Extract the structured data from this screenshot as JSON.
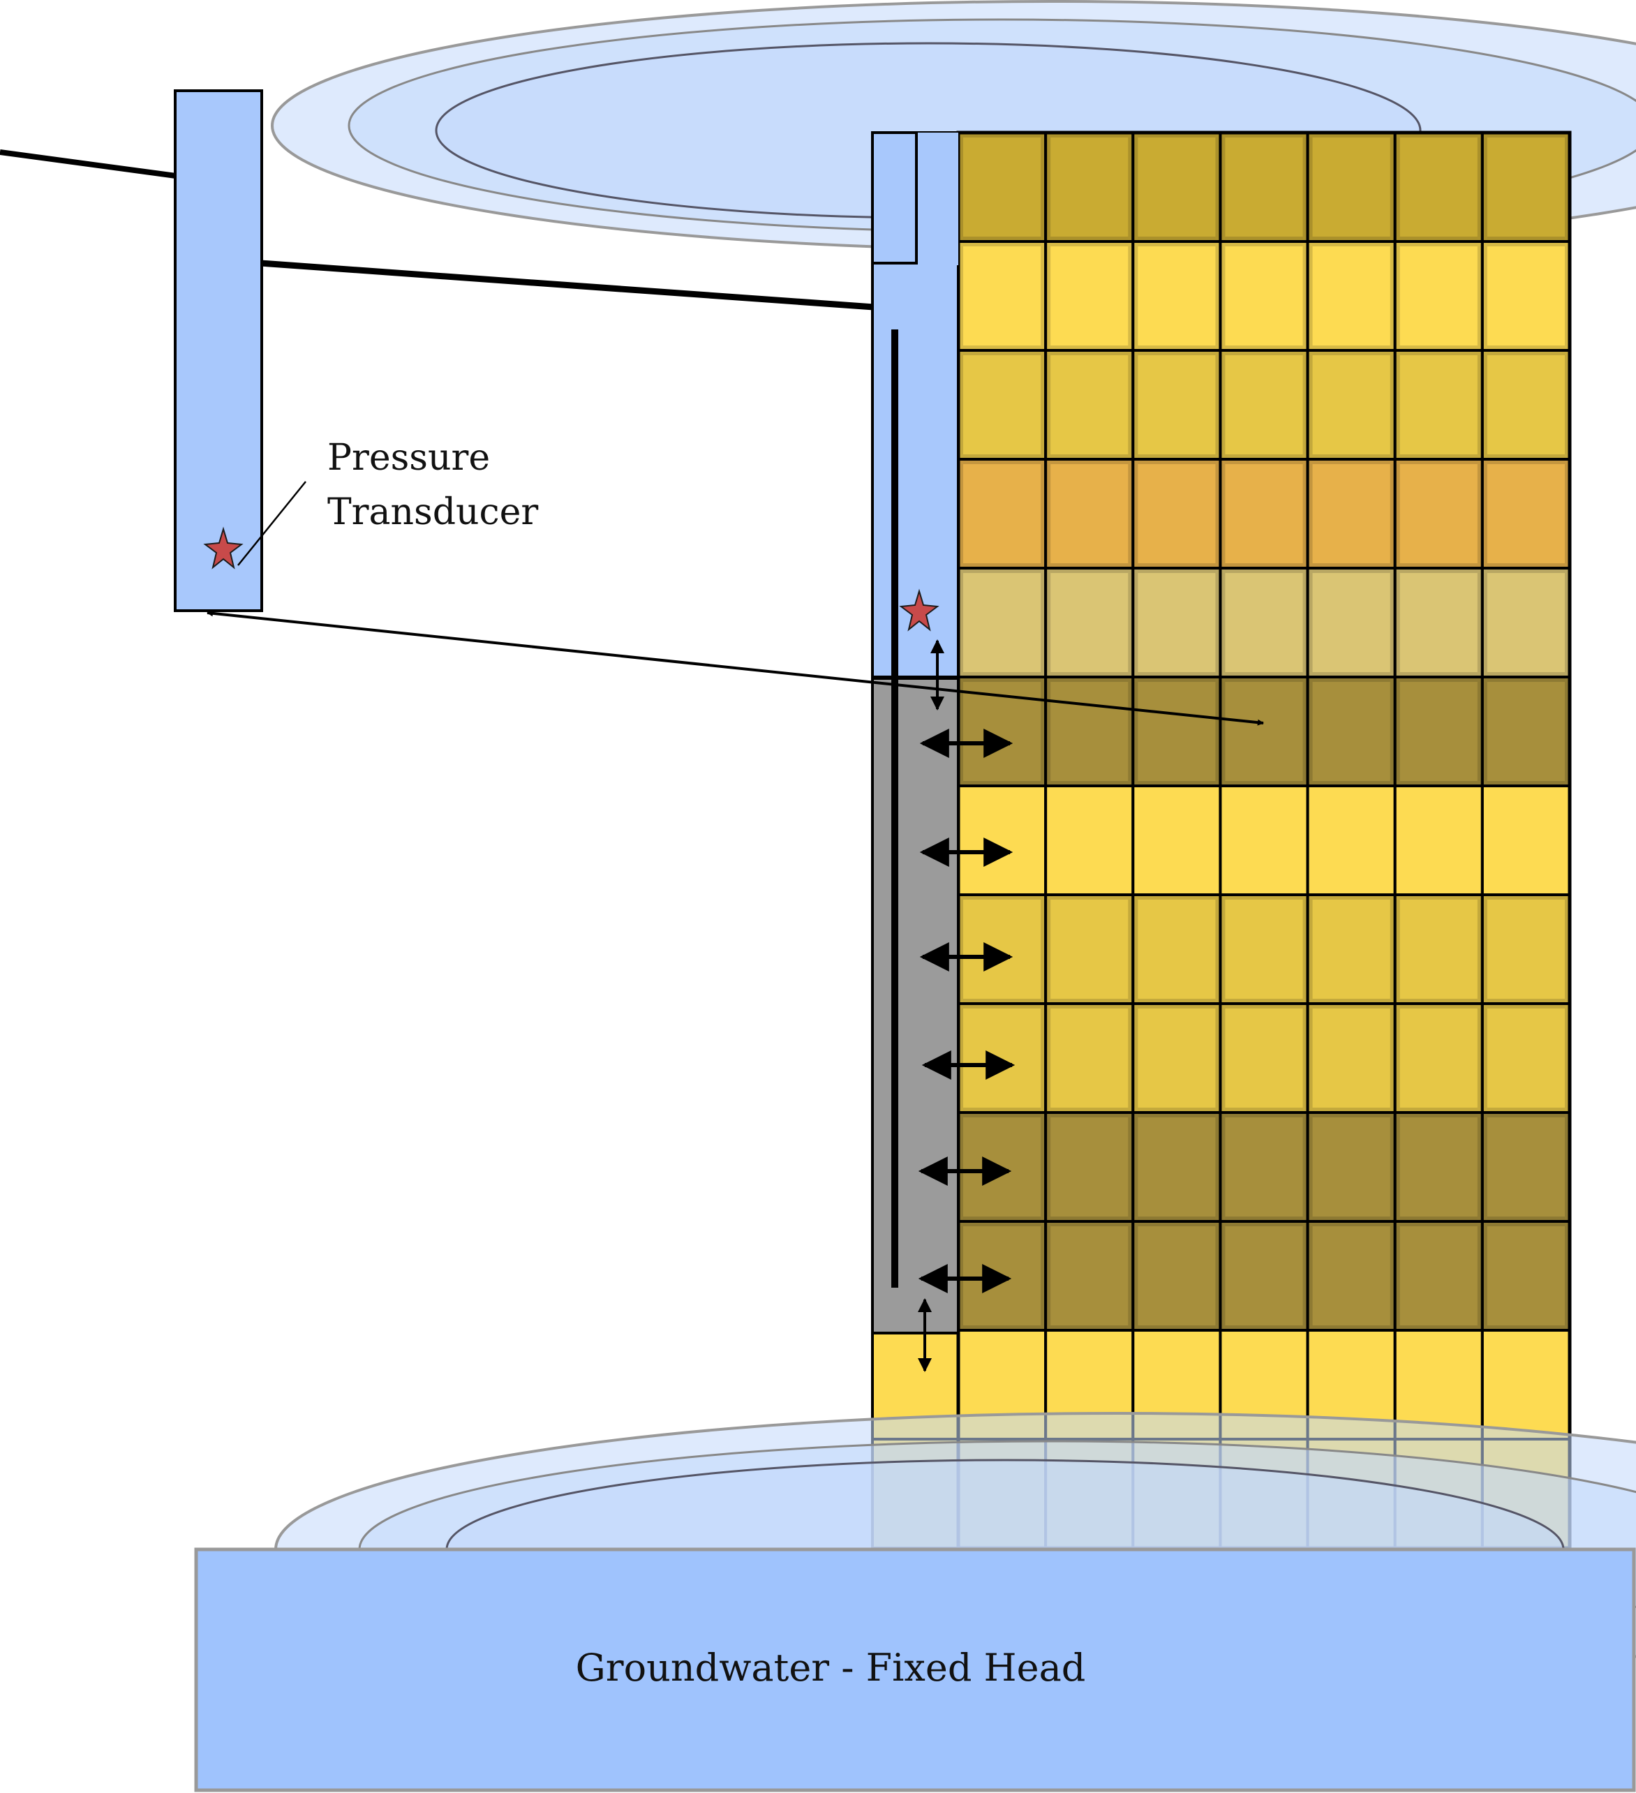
{
  "labels": {
    "pressure_transducer_line1": "Pressure",
    "pressure_transducer_line2": "Transducer",
    "groundwater": "Groundwater - Fixed Head"
  },
  "colors": {
    "well_water": "#a8c8fc",
    "ellipse_fill": "#c2d9fb",
    "gravel_pack": "#9b9b9b",
    "groundwater": "#9fc3fd",
    "layer_olive_top": "#c9ab32",
    "layer_yellow": "#fddb52",
    "layer_mid_yellow": "#e6c746",
    "layer_orange": "#e7b14a",
    "layer_tan": "#dac574",
    "layer_dark_olive": "#a78f3c",
    "transducer_star": "#c84a4a"
  },
  "soil_layers": [
    {
      "color_key": "layer_olive_top",
      "inner_boxes": true
    },
    {
      "color_key": "layer_yellow",
      "inner_boxes": true
    },
    {
      "color_key": "layer_mid_yellow",
      "inner_boxes": true
    },
    {
      "color_key": "layer_orange",
      "inner_boxes": true
    },
    {
      "color_key": "layer_tan",
      "inner_boxes": true
    },
    {
      "color_key": "layer_dark_olive",
      "inner_boxes": true
    },
    {
      "color_key": "layer_yellow",
      "inner_boxes": false
    },
    {
      "color_key": "layer_mid_yellow",
      "inner_boxes": true
    },
    {
      "color_key": "layer_mid_yellow",
      "inner_boxes": true
    },
    {
      "color_key": "layer_dark_olive",
      "inner_boxes": true
    },
    {
      "color_key": "layer_dark_olive",
      "inner_boxes": true
    },
    {
      "color_key": "layer_yellow",
      "inner_boxes": false
    },
    {
      "color_key": "layer_yellow",
      "inner_boxes": false
    }
  ],
  "grid_columns": 7
}
